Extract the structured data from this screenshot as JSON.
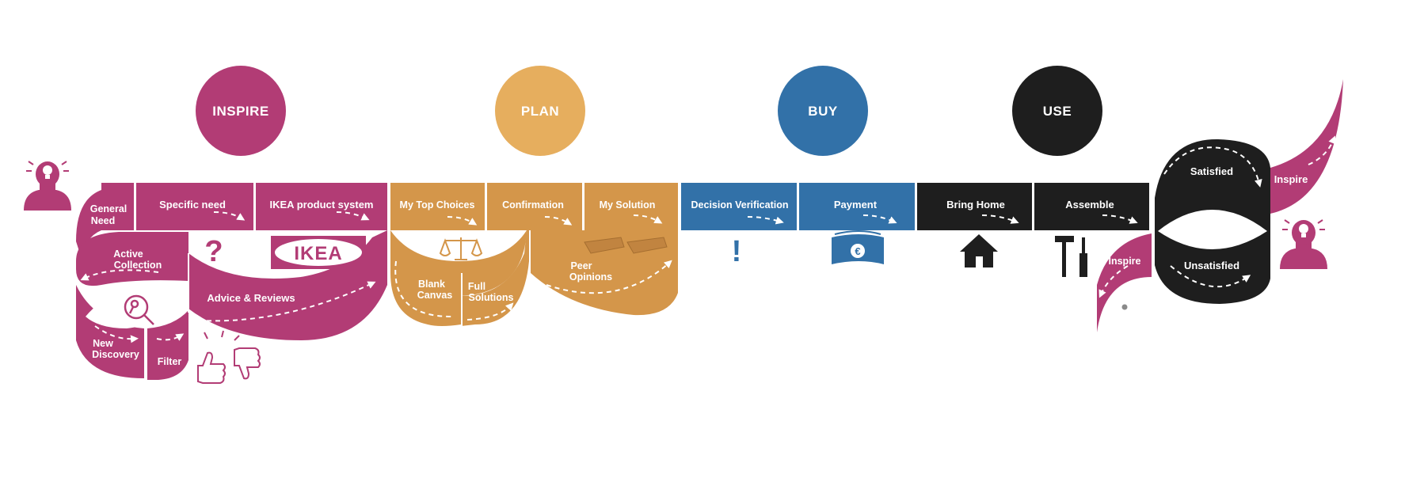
{
  "colors": {
    "inspire": "#b23c75",
    "plan": "#d4964a",
    "plan_circle": "#e6ae5e",
    "buy": "#3271a8",
    "use": "#1e1e1e",
    "text_light": "#ffffff"
  },
  "phases": [
    {
      "label": "INSPIRE",
      "color": "#b23c75"
    },
    {
      "label": "PLAN",
      "color": "#e6ae5e"
    },
    {
      "label": "BUY",
      "color": "#3271a8"
    },
    {
      "label": "USE",
      "color": "#1e1e1e"
    }
  ],
  "inspire": {
    "general_need": [
      "General",
      "Need"
    ],
    "specific_need": "Specific need",
    "product_system": "IKEA product system",
    "logo_text": "IKEA",
    "question_mark": "?",
    "active_collection": [
      "Active",
      "Collection"
    ],
    "advice_reviews": "Advice & Reviews",
    "new_discovery": [
      "New",
      "Discovery"
    ],
    "filter": "Filter"
  },
  "plan": {
    "top_choices": "My Top Choices",
    "confirmation": "Confirmation",
    "my_solution": "My Solution",
    "blank_canvas": [
      "Blank",
      "Canvas"
    ],
    "full_solutions": [
      "Full",
      "Solutions"
    ],
    "peer_opinions": [
      "Peer",
      "Opinions"
    ]
  },
  "buy": {
    "decision_verification": "Decision Verification",
    "payment": "Payment",
    "exclamation": "!",
    "currency_symbol": "€"
  },
  "use": {
    "bring_home": "Bring Home",
    "assemble": "Assemble",
    "satisfied": "Satisfied",
    "unsatisfied": "Unsatisfied",
    "inspire_top": "Inspire",
    "inspire_bottom": "Inspire"
  },
  "icons": [
    "person-with-lightbulb-icon",
    "question-mark-icon",
    "ikea-logo-icon",
    "magnifier-key-icon",
    "thumbs-up-down-icon",
    "balance-scale-icon",
    "trays-icon",
    "exclamation-icon",
    "money-euro-icon",
    "house-icon",
    "hammer-screwdriver-icon"
  ]
}
